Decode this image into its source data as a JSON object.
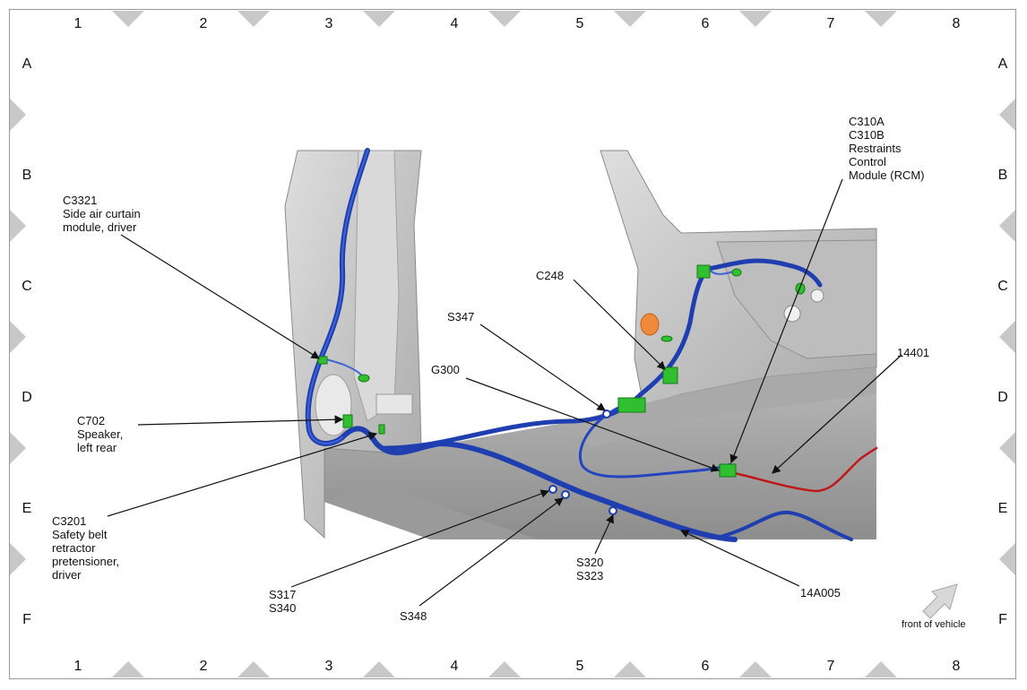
{
  "grid": {
    "columns": [
      "1",
      "2",
      "3",
      "4",
      "5",
      "6",
      "7",
      "8"
    ],
    "rows": [
      "A",
      "B",
      "C",
      "D",
      "E",
      "F"
    ]
  },
  "callouts": {
    "c3321": [
      "C3321",
      "Side air curtain",
      "module, driver"
    ],
    "c702": [
      "C702",
      "Speaker,",
      "left rear"
    ],
    "c3201": [
      "C3201",
      "Safety belt",
      "retractor",
      "pretensioner,",
      "driver"
    ],
    "s317": [
      "S317",
      "S340"
    ],
    "s348": [
      "S348"
    ],
    "s320": [
      "S320",
      "S323"
    ],
    "a14005": [
      "14A005"
    ],
    "s347": [
      "S347"
    ],
    "g300": [
      "G300"
    ],
    "c248": [
      "C248"
    ],
    "c310": [
      "C310A",
      "C310B",
      "Restraints",
      "Control",
      "Module (RCM)"
    ],
    "p14401": [
      "14401"
    ]
  },
  "front_label": "front of vehicle",
  "colors": {
    "harness": "#1f3fb0",
    "harness_light": "#3d63d6",
    "connector": "#2fbf2f",
    "red_wire": "#c01818",
    "orange_part": "#f08a3a",
    "body_panel": "#c9c9c9",
    "grid_marker": "#c8c8c8"
  }
}
